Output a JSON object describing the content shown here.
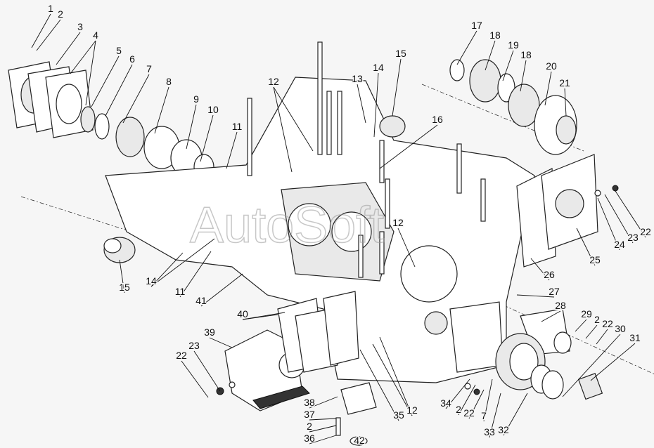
{
  "diagram": {
    "type": "exploded-parts-view",
    "watermark": "AutoSoft",
    "callouts": [
      "1",
      "2",
      "3",
      "4",
      "5",
      "6",
      "7",
      "8",
      "9",
      "10",
      "11",
      "12",
      "13",
      "14",
      "15",
      "16",
      "17",
      "18",
      "19",
      "18",
      "20",
      "21",
      "22",
      "23",
      "24",
      "25",
      "26",
      "27",
      "28",
      "29",
      "2",
      "22",
      "30",
      "31",
      "32",
      "33",
      "7",
      "22",
      "2",
      "34",
      "35",
      "12",
      "38",
      "37",
      "2",
      "36",
      "42",
      "39",
      "40",
      "41",
      "23",
      "22",
      "15",
      "14",
      "11",
      "12"
    ]
  }
}
